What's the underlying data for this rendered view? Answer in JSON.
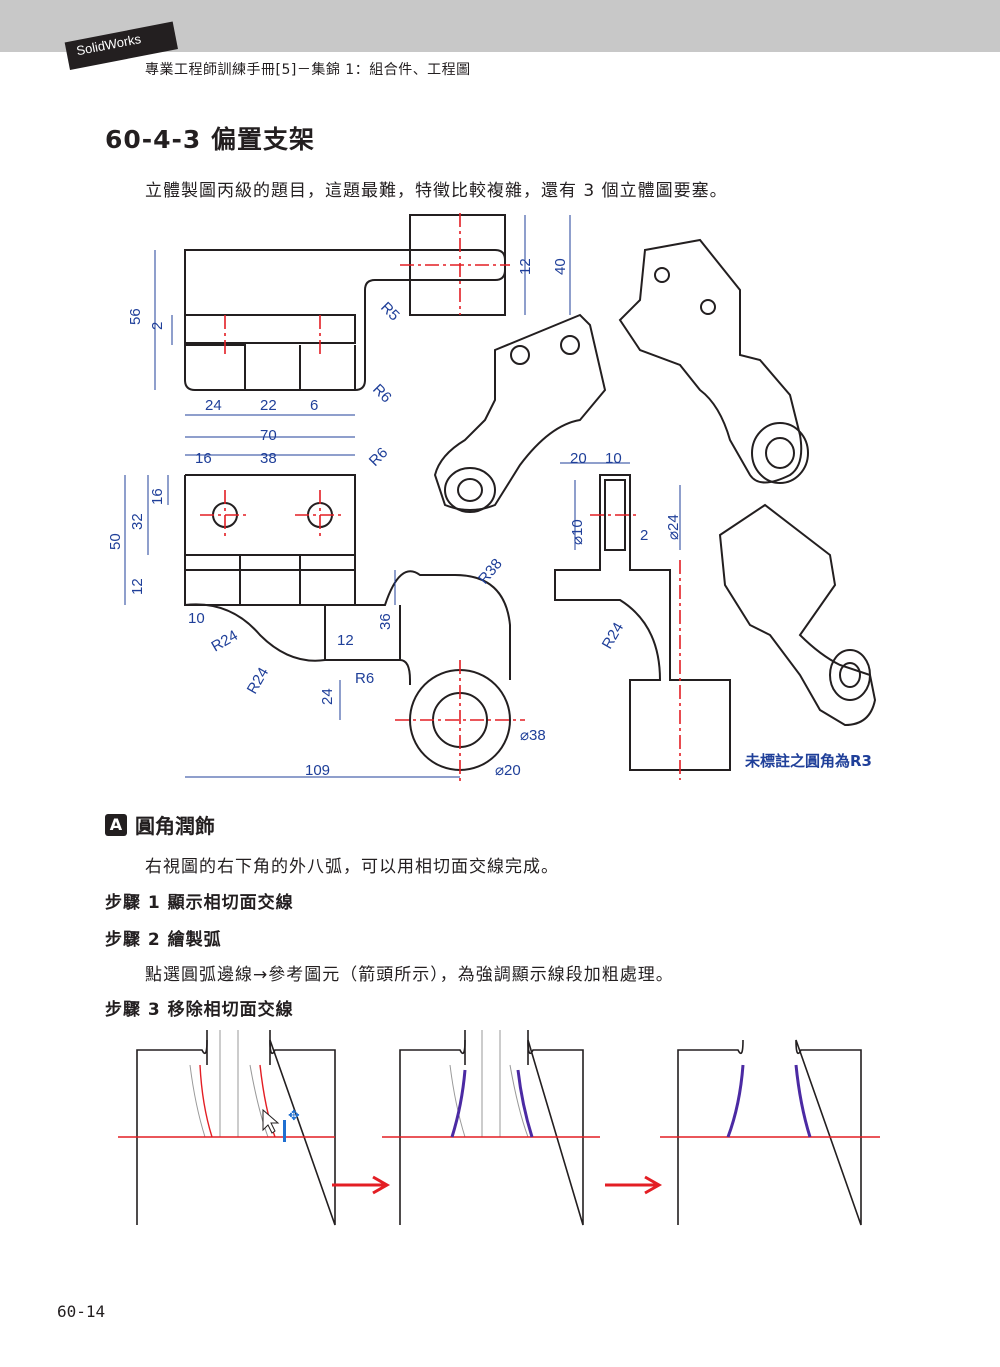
{
  "header": {
    "brand_tag": "SolidWorks",
    "book_title": "專業工程師訓練手冊[5]－集錦 1：組合件、工程圖"
  },
  "section": {
    "title": "60-4-3 偏置支架",
    "intro": "立體製圖丙級的題目，這題最難，特徵比較複雜，還有 3 個立體圖要塞。"
  },
  "drawing": {
    "dims_top_view": [
      "56",
      "2",
      "24",
      "22",
      "6",
      "R5",
      "R6",
      "12",
      "40"
    ],
    "dims_front_view": [
      "70",
      "16",
      "38",
      "R6",
      "50",
      "32",
      "16",
      "12",
      "10",
      "R24",
      "R24",
      "12",
      "36",
      "R38",
      "R6",
      "24",
      "109",
      "⌀38",
      "⌀20"
    ],
    "dims_side_view": [
      "20",
      "10",
      "⌀10",
      "⌀24",
      "2",
      "R24"
    ],
    "note": "未標註之圓角為R3"
  },
  "subsection": {
    "badge": "A",
    "title": "圓角潤飾",
    "desc": "右視圖的右下角的外八弧，可以用相切面交線完成。"
  },
  "steps": [
    {
      "label": "步驟 1 顯示相切面交線"
    },
    {
      "label": "步驟 2 繪製弧",
      "desc": "點選圓弧邊線→參考圖元（箭頭所示），為強調顯示線段加粗處理。"
    },
    {
      "label": "步驟 3 移除相切面交線"
    }
  ],
  "footer": {
    "page_number": "60-14"
  }
}
